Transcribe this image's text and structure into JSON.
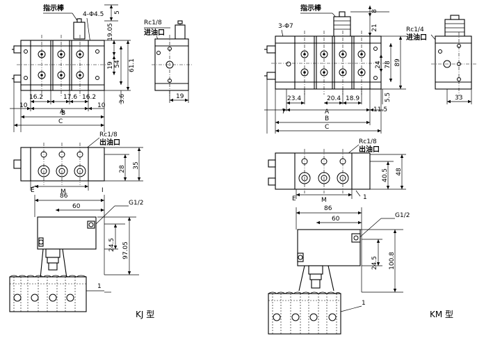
{
  "kj": {
    "indicator_label": "指示棒",
    "holes_label": "4-Φ4.5",
    "inlet_thread": "Rc1/8",
    "inlet_label": "进油口",
    "outlet_thread": "Rc1/8",
    "outlet_label": "出油口",
    "pipe_thread": "G1/2",
    "dims": {
      "d5": "5",
      "d19_05": "19.05",
      "d19": "19",
      "d54": "54",
      "d61_1": "61.1",
      "d3_6": "3.6",
      "d16_2a": "16.2",
      "d17_6": "17.6",
      "d16_2b": "16.2",
      "d10a": "10",
      "d10b": "10",
      "dA": "A",
      "dB": "B",
      "dC": "C",
      "dSide19": "19",
      "d28": "28",
      "d35": "35",
      "dE": "E",
      "dM": "M",
      "dI": "I",
      "d86": "86",
      "d60": "60",
      "d24_5": "24.5",
      "d97_05": "97.05",
      "dRef1": "1"
    },
    "type_label": "KJ 型"
  },
  "km": {
    "indicator_label": "指示棒",
    "holes_label": "3-Φ7",
    "inlet_thread": "Rc1/4",
    "inlet_label": "进油口",
    "outlet_thread": "Rc1/8",
    "outlet_label": "出油口",
    "pipe_thread": "G1/2",
    "dims": {
      "d8": "8",
      "d21": "21",
      "d24": "24",
      "d78": "78",
      "d89": "89",
      "d5_5": "5.5",
      "d23_4": "23.4",
      "d20_4": "20.4",
      "d18_9": "18.9",
      "d7": "7",
      "d11_5": "11.5",
      "dA": "A",
      "dB": "B",
      "dC": "C",
      "dSide33": "33",
      "d40_5": "40.5",
      "d48": "48",
      "dE": "E",
      "dM": "M",
      "dRef1": "1",
      "d86": "86",
      "d60": "60",
      "d24_5": "24.5",
      "d100_8": "100.8",
      "dRef1b": "1"
    },
    "type_label": "KM 型"
  }
}
